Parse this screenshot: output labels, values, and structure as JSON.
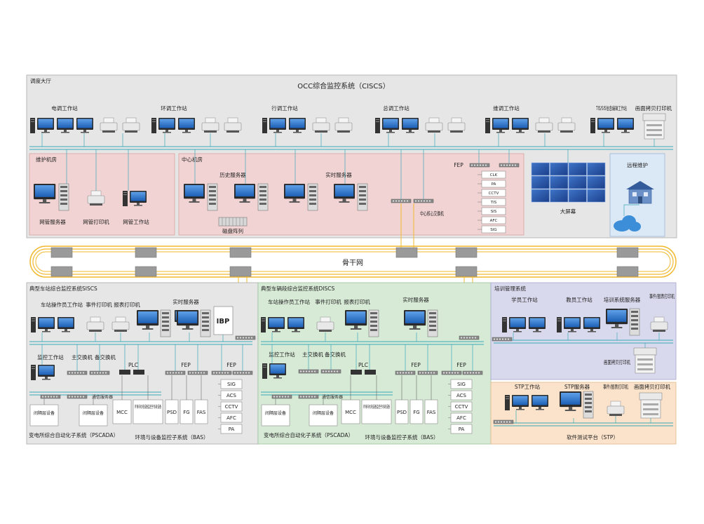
{
  "dispatch_hall": {
    "label": "调度大厅",
    "system_title": "OCC综合监控系统（CISCS）",
    "workstations": [
      "电调工作站",
      "环调工作站",
      "行调工作站",
      "总调工作站",
      "维调工作站",
      "TIS/SIS信息编辑工作站",
      "画面拷贝打印机"
    ]
  },
  "maintenance_room": {
    "label": "维护机房",
    "items": [
      "网管服务器",
      "网管打印机",
      "网管工作站"
    ]
  },
  "central_room": {
    "label": "中心机房",
    "items": [
      "历史服务器",
      "实时服务器",
      "磁盘阵列",
      "中心核心交换机",
      "FEP"
    ],
    "fep_list": [
      "CLK",
      "PA",
      "CCTV",
      "TIS",
      "SIS",
      "AFC",
      "SIG"
    ]
  },
  "big_screen": "大屏幕",
  "remote": "远程维护",
  "backbone": "骨干网",
  "station": {
    "title": "典型车站综合监控系统SISCS",
    "labels": {
      "op_ws": "车站操作员工作站",
      "event_printer": "事件打印机",
      "report_printer": "报表打印机",
      "rt_server": "实时服务器",
      "ibp": "IBP",
      "monitor_ws": "监控工作站",
      "main_switch": "主交换机",
      "backup_switch": "备交换机",
      "plc": "PLC",
      "fep": "FEP",
      "comm_server": "通信服务器",
      "gap1": "间隔层设备",
      "gap2": "间隔层设备",
      "mcc": "MCC",
      "env": "环境与机电设备监控子系统设备",
      "psd": "PSD",
      "fg": "FG",
      "fas": "FAS"
    },
    "fep_list": [
      "SIG",
      "ACS",
      "CCTV",
      "AFC",
      "PA"
    ],
    "pscada": "变电所综合自动化子系统（PSCADA）",
    "bas": "环境与设备监控子系统（BAS）"
  },
  "depot": {
    "title": "典型车辆段综合监控系统DISCS",
    "labels": {
      "op_ws": "车站操作员工作站",
      "event_printer": "事件打印机",
      "report_printer": "报表打印机",
      "rt_server": "实时服务器",
      "monitor_ws": "监控工作站",
      "main_switch": "主交换机",
      "backup_switch": "备交换机",
      "plc": "PLC",
      "fep": "FEP",
      "comm_server": "通信服务器",
      "gap1": "间隔层设备",
      "gap2": "间隔层设备",
      "mcc": "MCC",
      "env": "环境与机电设备监控子系统设备",
      "psd": "PSD",
      "fg": "FG",
      "fas": "FAS"
    },
    "fep_list": [
      "SIG",
      "ACS",
      "CCTV",
      "AFC",
      "PA"
    ],
    "pscada": "变电所综合自动化子系统（PSCADA）",
    "bas": "环境与设备监控子系统（BAS）"
  },
  "training": {
    "title": "培训管理系统",
    "items": [
      "学员工作站",
      "教员工作站",
      "培训系统服务器",
      "事件/报表打印机",
      "画面拷贝打印机"
    ]
  },
  "stp": {
    "items": [
      "STP工作站",
      "STP服务器",
      "事件/报表打印机",
      "画面拷贝打印机"
    ],
    "title": "软件测试平台（STP）"
  },
  "colors": {
    "network_line": "#3aa9b8",
    "backbone_ring": "#f2b82e",
    "pink_zone": "#f2d3d3",
    "green_zone": "#d7ead6",
    "lavender_zone": "#d9d9ee",
    "peach_zone": "#fbe3cb",
    "blue_zone": "#dbe8f5",
    "gray_zone": "#e6e6e6"
  }
}
